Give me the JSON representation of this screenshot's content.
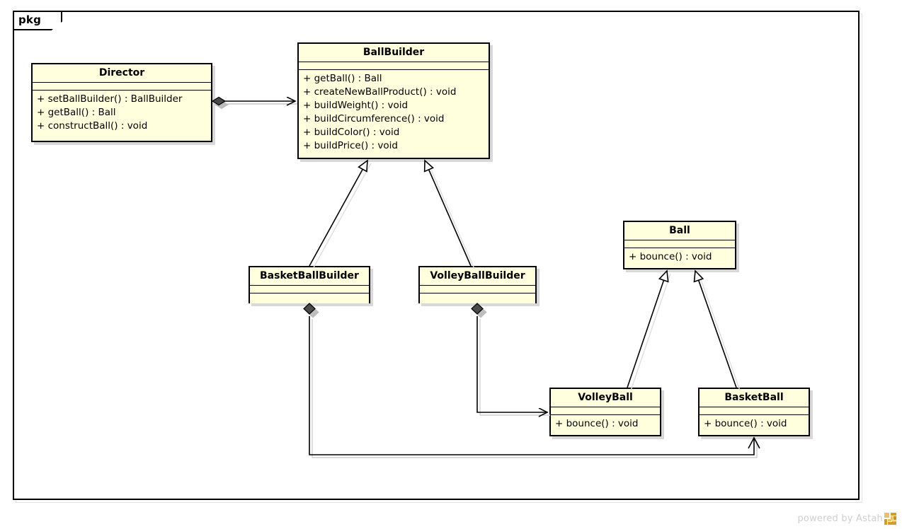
{
  "diagram": {
    "type": "uml-class-diagram",
    "package_label": "pkg",
    "background": "#ffffff",
    "frame_border_color": "#000000",
    "class_fill_color": "#ffffdd",
    "class_border_color": "#000000"
  },
  "classes": [
    {
      "id": "director",
      "name": "Director",
      "attributes": [],
      "operations": [
        "+ setBallBuilder() : BallBuilder",
        "+ getBall() : Ball",
        "+ constructBall() : void"
      ]
    },
    {
      "id": "ballbuilder",
      "name": "BallBuilder",
      "attributes": [],
      "operations": [
        "+ getBall() : Ball",
        "+ createNewBallProduct() : void",
        "+ buildWeight() : void",
        "+ buildCircumference() : void",
        "+ buildColor() : void",
        "+ buildPrice() : void"
      ]
    },
    {
      "id": "basketballbuilder",
      "name": "BasketBallBuilder",
      "attributes": [],
      "operations": []
    },
    {
      "id": "volleyballbuilder",
      "name": "VolleyBallBuilder",
      "attributes": [],
      "operations": []
    },
    {
      "id": "ball",
      "name": "Ball",
      "attributes": [],
      "operations": [
        "+ bounce() : void"
      ]
    },
    {
      "id": "volleyball",
      "name": "VolleyBall",
      "attributes": [],
      "operations": [
        "+ bounce() : void"
      ]
    },
    {
      "id": "basketball",
      "name": "BasketBall",
      "attributes": [],
      "operations": [
        "+ bounce() : void"
      ]
    }
  ],
  "relationships": [
    {
      "id": "rel-director-ballbuilder",
      "kind": "aggregation",
      "source": "Director",
      "target": "BallBuilder"
    },
    {
      "id": "rel-basketballbuilder-ballbuilder",
      "kind": "generalization",
      "source": "BasketBallBuilder",
      "target": "BallBuilder"
    },
    {
      "id": "rel-volleyballbuilder-ballbuilder",
      "kind": "generalization",
      "source": "VolleyBallBuilder",
      "target": "BallBuilder"
    },
    {
      "id": "rel-volleyball-ball",
      "kind": "generalization",
      "source": "VolleyBall",
      "target": "Ball"
    },
    {
      "id": "rel-basketball-ball",
      "kind": "generalization",
      "source": "BasketBall",
      "target": "Ball"
    },
    {
      "id": "rel-volleyballbuilder-volleyball",
      "kind": "aggregation",
      "source": "VolleyBallBuilder",
      "target": "VolleyBall"
    },
    {
      "id": "rel-basketballbuilder-basketball",
      "kind": "aggregation",
      "source": "BasketBallBuilder",
      "target": "BasketBall"
    }
  ],
  "watermark": {
    "text": "powered by Astah",
    "logo_name": "astah-logo-icon",
    "text_color": "#cfcfcf",
    "logo_color": "#e0a33c"
  }
}
